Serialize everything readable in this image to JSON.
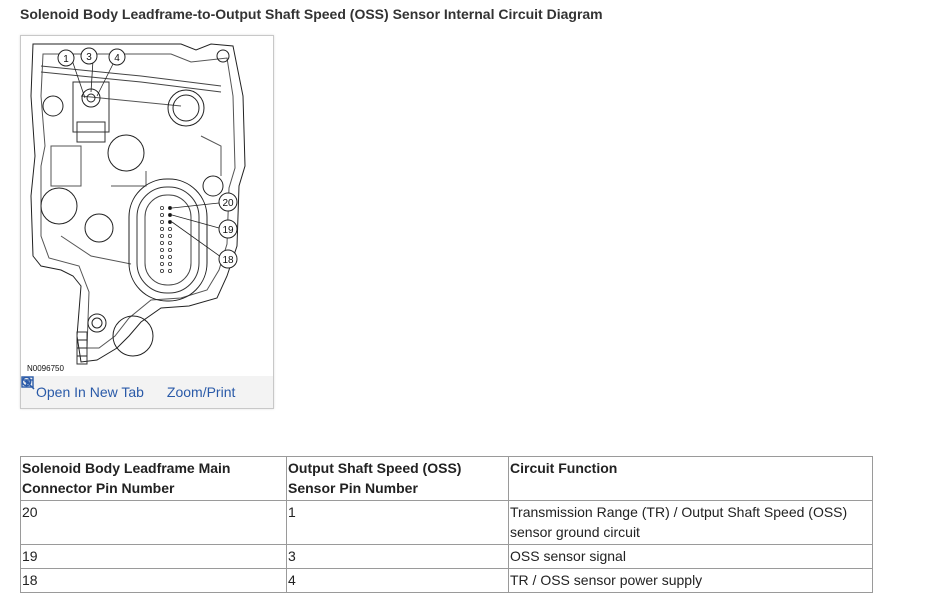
{
  "page": {
    "title": "Solenoid Body Leadframe-to-Output Shaft Speed (OSS) Sensor Internal Circuit Diagram"
  },
  "figure": {
    "id": "N0096750",
    "callouts": [
      "1",
      "3",
      "4",
      "20",
      "19",
      "18"
    ],
    "actions": {
      "open_label": "Open In New Tab",
      "open_icon": "open-new-tab-icon",
      "zoom_label": "Zoom/Print",
      "zoom_icon": "magnifier-icon"
    },
    "link_color": "#2a5aa8"
  },
  "table": {
    "headers": [
      "Solenoid Body Leadframe Main Connector Pin Number",
      "Output Shaft Speed (OSS) Sensor Pin Number",
      "Circuit Function"
    ],
    "rows": [
      [
        "20",
        "1",
        "Transmission Range (TR) / Output Shaft Speed (OSS) sensor ground circuit"
      ],
      [
        "19",
        "3",
        "OSS sensor signal"
      ],
      [
        "18",
        "4",
        "TR / OSS sensor power supply"
      ]
    ]
  }
}
